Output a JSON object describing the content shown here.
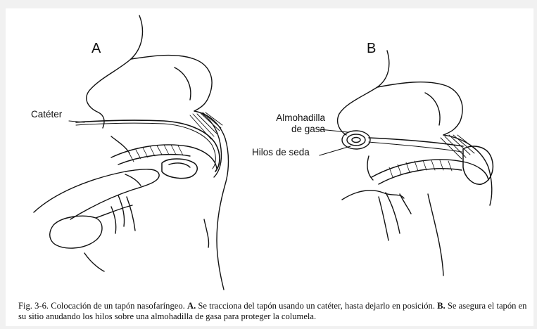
{
  "figure": {
    "panel_a_label": "A",
    "panel_b_label": "B",
    "callouts": {
      "cateter": "Catéter",
      "almohadilla_line1": "Almohadilla",
      "almohadilla_line2": "de gasa",
      "hilos": "Hilos de seda"
    }
  },
  "caption": {
    "fig_number": "Fig. 3-6.",
    "title": "Colocación de un tapón nasofaríngeo.",
    "a_marker": "A.",
    "a_text": "Se tracciona del tapón usando un catéter, hasta dejarlo en posición.",
    "b_marker": "B.",
    "b_text": "Se asegura el tapón en su sitio anudando los hilos sobre una almohadilla de gasa para proteger la columela."
  }
}
